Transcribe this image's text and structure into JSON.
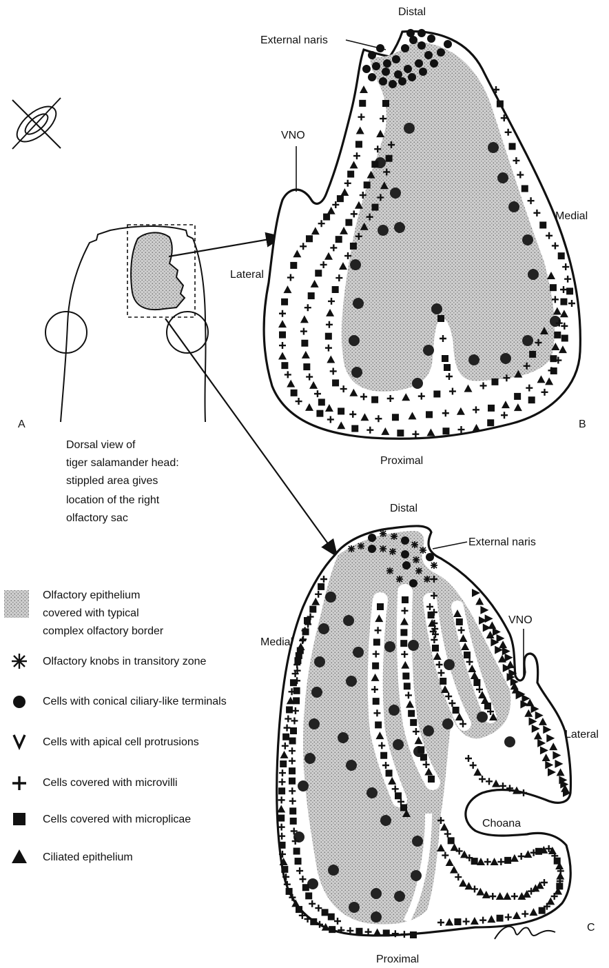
{
  "panels": {
    "a": "A",
    "b": "B",
    "c": "C"
  },
  "panel_b": {
    "distal": "Distal",
    "external_naris": "External naris",
    "vno": "VNO",
    "medial": "Medial",
    "lateral": "Lateral",
    "proximal": "Proximal"
  },
  "panel_c": {
    "distal": "Distal",
    "external_naris": "External naris",
    "vno": "VNO",
    "medial": "Medial",
    "lateral": "Lateral",
    "choana": "Choana",
    "proximal": "Proximal"
  },
  "caption_a": [
    "Dorsal view of",
    "tiger salamander head:",
    "stippled area gives",
    "location of the right",
    "olfactory sac"
  ],
  "legend": [
    {
      "symbol": "stipple",
      "lines": [
        "Olfactory epithelium",
        "covered with typical",
        "complex olfactory border"
      ]
    },
    {
      "symbol": "asterisk",
      "lines": [
        "Olfactory knobs in transitory zone"
      ]
    },
    {
      "symbol": "circle",
      "lines": [
        "Cells with conical ciliary-like terminals"
      ]
    },
    {
      "symbol": "v",
      "lines": [
        "Cells with apical cell protrusions"
      ]
    },
    {
      "symbol": "plus",
      "lines": [
        "Cells covered with microvilli"
      ]
    },
    {
      "symbol": "square",
      "lines": [
        "Cells covered with microplicae"
      ]
    },
    {
      "symbol": "triangle",
      "lines": [
        "Ciliated epithelium"
      ]
    }
  ],
  "colors": {
    "ink": "#111111",
    "stipple": "#b9b9b9",
    "paper": "#ffffff"
  }
}
